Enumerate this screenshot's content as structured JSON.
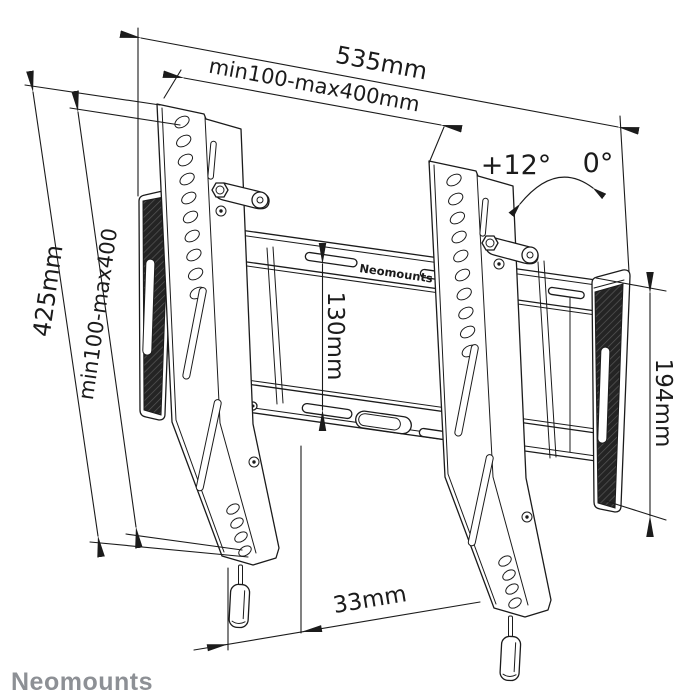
{
  "brand": {
    "logo": "Neomounts",
    "plate_label": "Neomounts"
  },
  "dimensions": {
    "total_width": "535mm",
    "vesa_width_range": "min100-max400mm",
    "bracket_height": "425mm",
    "vesa_height_range": "min100-max400",
    "hole_row_spacing": "130mm",
    "plate_height": "194mm",
    "wall_offset": "33mm"
  },
  "angles": {
    "tilt_max": "+12°",
    "tilt_min": "0°"
  },
  "colors": {
    "line": "#1b1b1b",
    "logo_gray": "#8d9095",
    "cap_fill": "#242424",
    "cap_hatch": "#575757",
    "background": "#ffffff"
  }
}
